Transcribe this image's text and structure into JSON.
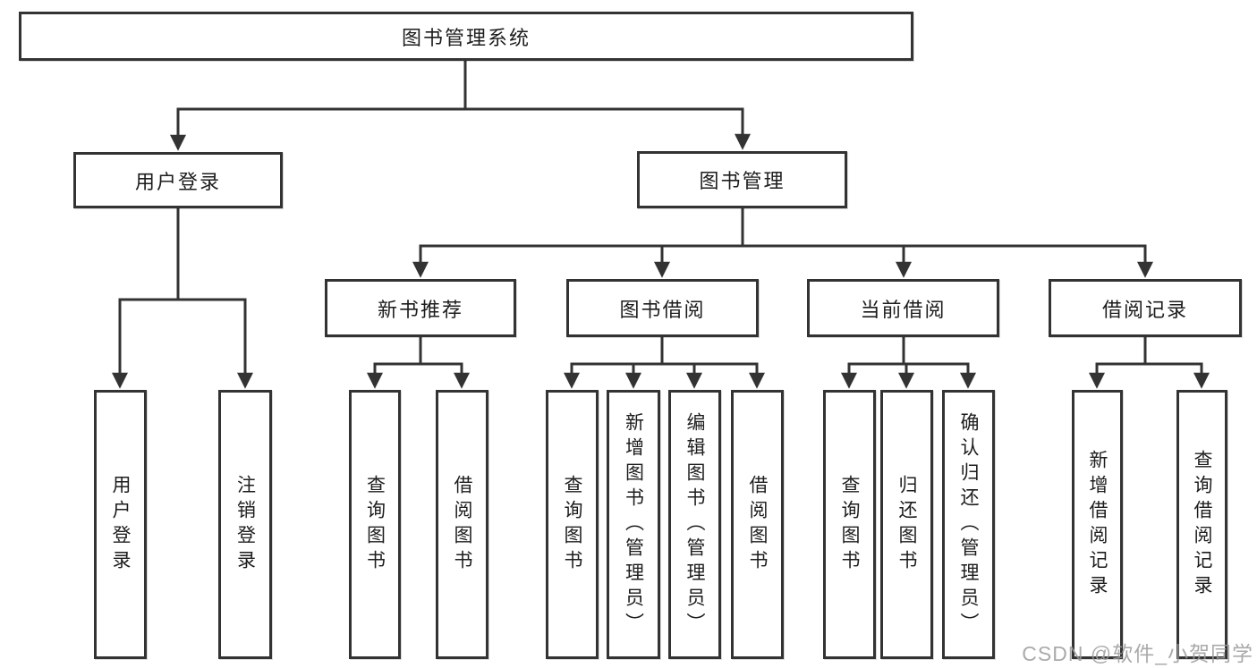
{
  "diagram": {
    "watermark": "CSDN @软件_小贺同学",
    "colors": {
      "line": "#333333",
      "box_border": "#333333",
      "text": "#1d1d1d",
      "watermark": "#9c9c9c",
      "background": "#ffffff"
    },
    "tree": {
      "label": "图书管理系统",
      "children": [
        {
          "label": "用户登录",
          "children": [
            {
              "label": "用户登录"
            },
            {
              "label": "注销登录"
            }
          ]
        },
        {
          "label": "图书管理",
          "children": [
            {
              "label": "新书推荐",
              "children": [
                {
                  "label": "查询图书"
                },
                {
                  "label": "借阅图书"
                }
              ]
            },
            {
              "label": "图书借阅",
              "children": [
                {
                  "label": "查询图书"
                },
                {
                  "label": "新增图书（管理员）"
                },
                {
                  "label": "编辑图书（管理员）"
                },
                {
                  "label": "借阅图书"
                }
              ]
            },
            {
              "label": "当前借阅",
              "children": [
                {
                  "label": "查询图书"
                },
                {
                  "label": "归还图书"
                },
                {
                  "label": "确认归还（管理员）"
                }
              ]
            },
            {
              "label": "借阅记录",
              "children": [
                {
                  "label": "新增借阅记录"
                },
                {
                  "label": "查询借阅记录"
                }
              ]
            }
          ]
        }
      ]
    }
  }
}
